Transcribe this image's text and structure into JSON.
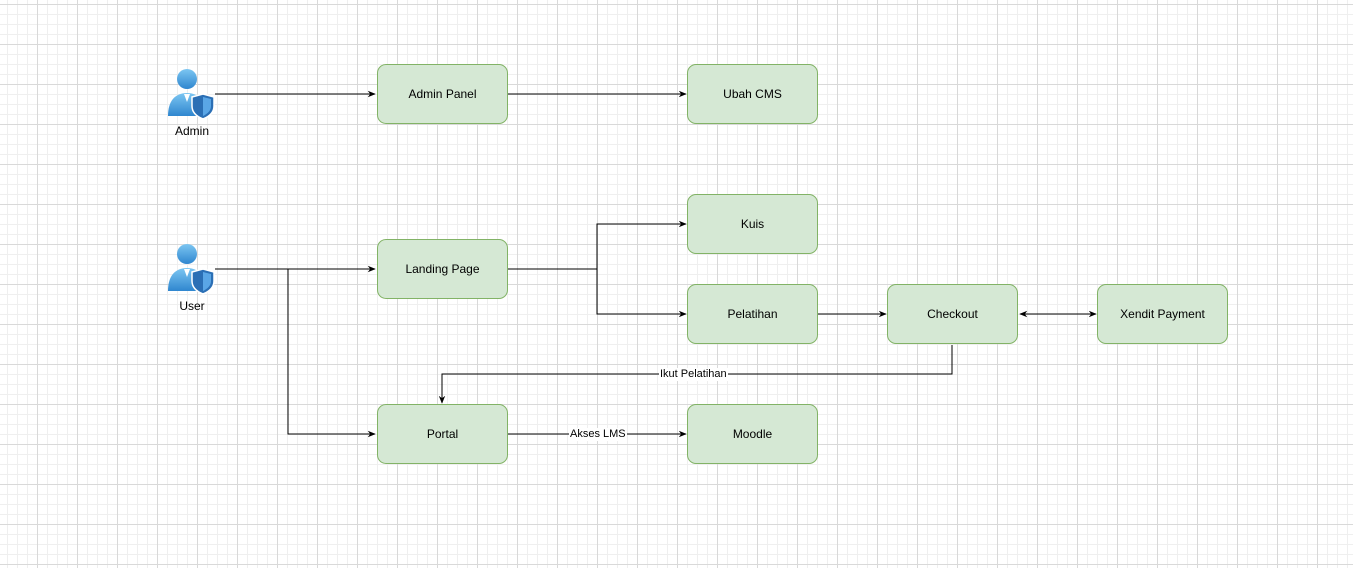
{
  "actors": [
    {
      "id": "admin",
      "label": "Admin",
      "icon": "user-shield-icon"
    },
    {
      "id": "user",
      "label": "User",
      "icon": "user-shield-icon"
    }
  ],
  "nodes": [
    {
      "id": "admin_panel",
      "label": "Admin Panel"
    },
    {
      "id": "ubah_cms",
      "label": "Ubah CMS"
    },
    {
      "id": "landing_page",
      "label": "Landing Page"
    },
    {
      "id": "kuis",
      "label": "Kuis"
    },
    {
      "id": "pelatihan",
      "label": "Pelatihan"
    },
    {
      "id": "checkout",
      "label": "Checkout"
    },
    {
      "id": "xendit_payment",
      "label": "Xendit Payment"
    },
    {
      "id": "portal",
      "label": "Portal"
    },
    {
      "id": "moodle",
      "label": "Moodle"
    }
  ],
  "edges": [
    {
      "from": "admin",
      "to": "admin_panel",
      "label": ""
    },
    {
      "from": "admin_panel",
      "to": "ubah_cms",
      "label": ""
    },
    {
      "from": "user",
      "to": "landing_page",
      "label": ""
    },
    {
      "from": "user",
      "to": "portal",
      "label": ""
    },
    {
      "from": "landing_page",
      "to": "kuis",
      "label": ""
    },
    {
      "from": "landing_page",
      "to": "pelatihan",
      "label": ""
    },
    {
      "from": "pelatihan",
      "to": "checkout",
      "label": ""
    },
    {
      "from": "checkout",
      "to": "xendit_payment",
      "label": "",
      "bidirectional": true
    },
    {
      "from": "checkout",
      "to": "portal",
      "label": "Ikut Pelatihan"
    },
    {
      "from": "portal",
      "to": "moodle",
      "label": "Akses LMS"
    }
  ],
  "colors": {
    "node_fill": "#d5e8d4",
    "node_stroke": "#82b366",
    "edge": "#000000",
    "actor_body": "#4a9fdc",
    "actor_shield": "#2b6fb5"
  }
}
